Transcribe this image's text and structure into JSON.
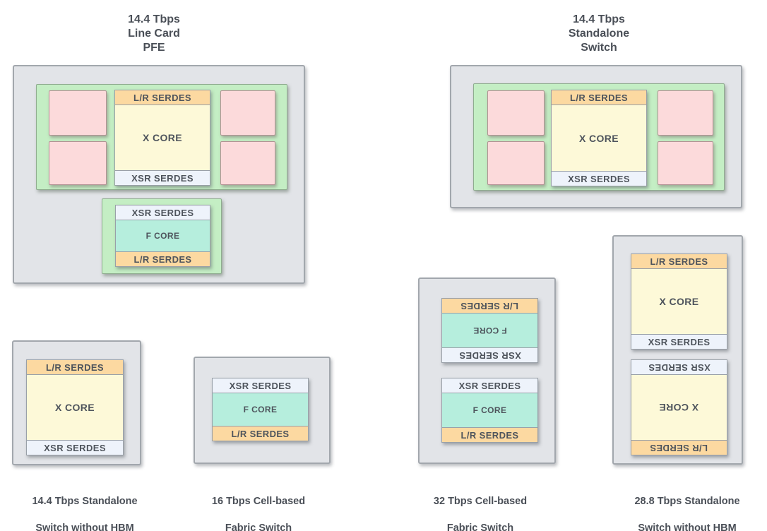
{
  "titles": {
    "line_card": {
      "l1": "14.4 Tbps",
      "l2": "Line Card",
      "l3": "PFE"
    },
    "standalone": {
      "l1": "14.4 Tbps",
      "l2": "Standalone",
      "l3": "Switch"
    }
  },
  "block_labels": {
    "lr_serdes": "L/R SERDES",
    "x_core": "X CORE",
    "xsr_serdes": "XSR SERDES",
    "f_core": "F CORE"
  },
  "captions": {
    "standalone_144_no_hbm": {
      "l1": "14.4 Tbps  Standalone",
      "l2": "Switch without HBM"
    },
    "fabric_16": {
      "l1": "16 Tbps Cell-based",
      "l2": "Fabric Switch"
    },
    "fabric_32": {
      "l1": "32 Tbps Cell-based",
      "l2": "Fabric Switch"
    },
    "standalone_288_no_hbm": {
      "l1": "28.8 Tbps  Standalone",
      "l2": "Switch without HBM"
    }
  },
  "colors": {
    "board_gray": "#e2e4e8",
    "package_green": "#c4eec4",
    "hbm_pink": "#fcdadb",
    "lr_serdes_orange": "#fcd9a1",
    "x_core_yellow": "#fdf9d8",
    "xsr_serdes_blue": "#eef3fb",
    "f_core_teal": "#b6eedd",
    "text_dark": "#4a4f57"
  }
}
